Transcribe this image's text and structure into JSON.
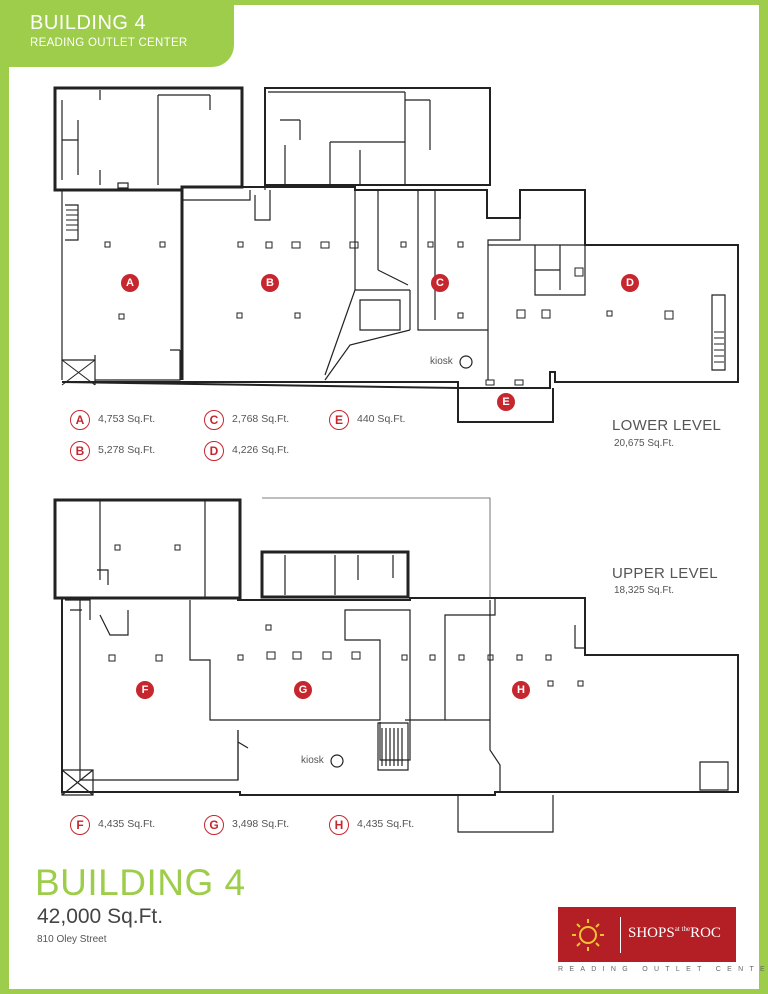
{
  "header": {
    "title": "BUILDING 4",
    "subtitle": "READING OUTLET CENTER"
  },
  "units": [
    {
      "id": "A",
      "area": "4,753 Sq.Ft."
    },
    {
      "id": "B",
      "area": "5,278 Sq.Ft."
    },
    {
      "id": "C",
      "area": "2,768 Sq.Ft."
    },
    {
      "id": "D",
      "area": "4,226 Sq.Ft."
    },
    {
      "id": "E",
      "area": "440 Sq.Ft."
    },
    {
      "id": "F",
      "area": "4,435 Sq.Ft."
    },
    {
      "id": "G",
      "area": "3,498 Sq.Ft."
    },
    {
      "id": "H",
      "area": "4,435 Sq.Ft."
    }
  ],
  "lower_level": {
    "title": "LOWER LEVEL",
    "area": "20,675 Sq.Ft.",
    "kiosk": "kiosk"
  },
  "upper_level": {
    "title": "UPPER LEVEL",
    "area": "18,325 Sq.Ft.",
    "kiosk": "kiosk"
  },
  "footer": {
    "title": "BUILDING 4",
    "total_area": "42,000 Sq.Ft.",
    "address": "810 Oley Street"
  },
  "logo": {
    "name": "SHOPS at the ROC",
    "main": "SHOPS",
    "small": "at the",
    "end": "ROC",
    "tagline": "READING OUTLET CENTER"
  },
  "colors": {
    "accent": "#9dcd4a",
    "unit_badge": "#c6262e",
    "logo_bg": "#b31f25"
  }
}
